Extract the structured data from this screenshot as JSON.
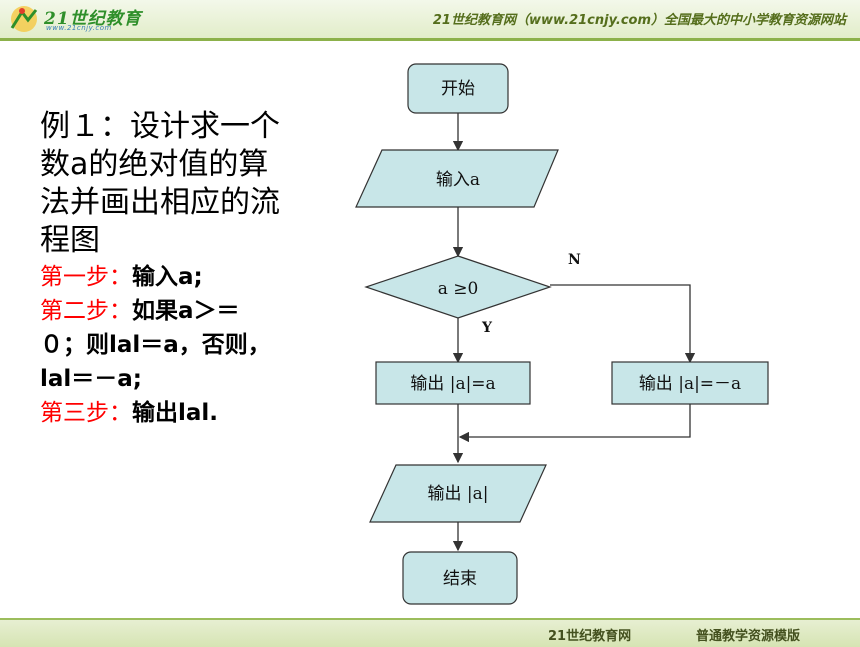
{
  "header": {
    "logo_text": "21世纪教育",
    "logo_sub": "www.21cnjy.com",
    "banner": "21世纪教育网（www.21cnjy.com）全国最大的中小学教育资源网站"
  },
  "footer": {
    "left": "21世纪教育网",
    "right": "普通教学资源模版"
  },
  "problem": {
    "title_lines": [
      "例１：设计求一个",
      "数a的绝对值的算",
      "法并画出相应的流",
      "程图"
    ],
    "steps": [
      {
        "prefix": "第一步：",
        "text": "输入a;"
      },
      {
        "prefix": "第二步：",
        "text": "如果a＞＝"
      },
      {
        "prefix": "",
        "text": "０；则lal＝a，否则，"
      },
      {
        "prefix": "",
        "text": "lal＝－a;"
      },
      {
        "prefix": "第三步：",
        "text": "输出lal."
      }
    ]
  },
  "flowchart": {
    "start": "开始",
    "input": "输入a",
    "decision": "a ≥0",
    "yes_label": "Y",
    "no_label": "N",
    "output_yes": "输出 |a|=a",
    "output_no": "输出 |a|=－a",
    "output_final": "输出 |a|",
    "end": "结束",
    "fill_color": "#c8e6e8",
    "stroke_color": "#333333"
  }
}
